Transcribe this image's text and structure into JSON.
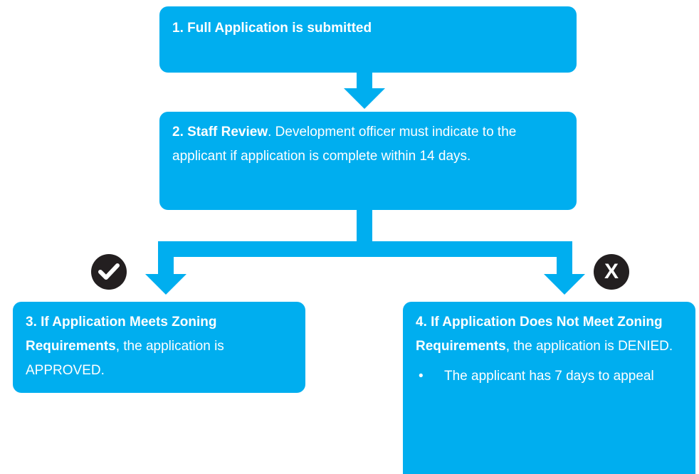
{
  "diagram": {
    "step1": {
      "title": "1. Full Application is submitted"
    },
    "step2": {
      "title": "2. Staff Review",
      "text": ". Development officer must indicate to the applicant if application is complete within 14 days."
    },
    "step3": {
      "title": "3. If Application Meets Zoning Requirements",
      "text": ", the application is APPROVED."
    },
    "step4": {
      "title": "4. If Application Does Not Meet Zoning Requirements",
      "text": ", the application is DENIED.",
      "bullet_mark": "•",
      "bullet": "The applicant has 7 days to appeal"
    },
    "badges": {
      "approved_icon": "check-icon",
      "denied_icon": "x-icon",
      "denied_label": "X"
    },
    "colors": {
      "box": "#00aeef",
      "badge": "#231f20",
      "text": "#ffffff"
    }
  }
}
